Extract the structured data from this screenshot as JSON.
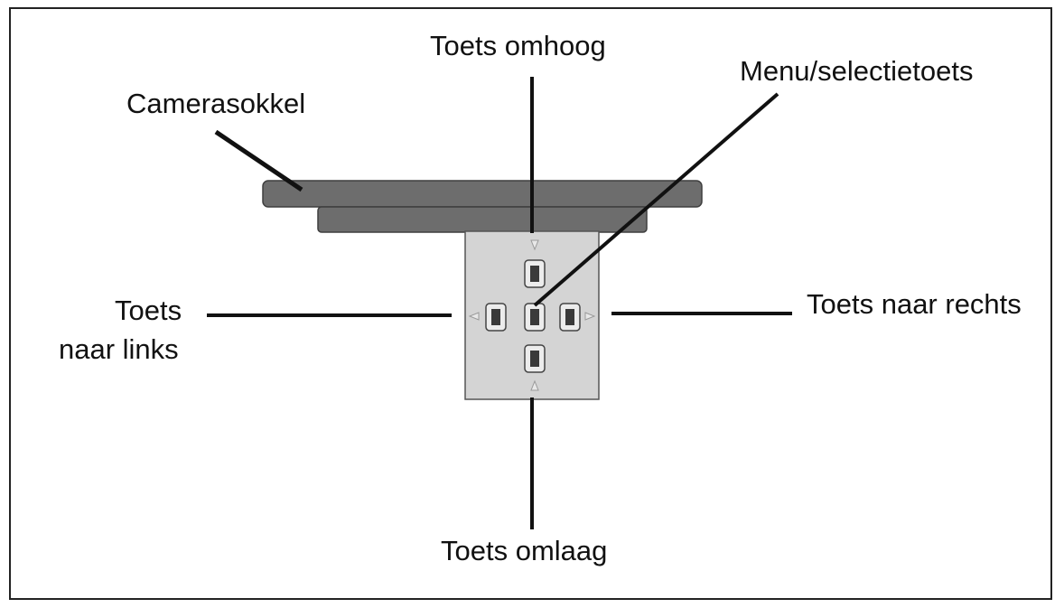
{
  "labels": {
    "up": "Toets omhoog",
    "menu": "Menu/selectietoets",
    "socket": "Camerasokkel",
    "left_line1": "Toets",
    "left_line2": "naar links",
    "right": "Toets naar rechts",
    "down": "Toets omlaag"
  },
  "colors": {
    "plate_fill": "#6d6d6d",
    "panel_fill": "#d4d4d4",
    "button_fill": "#ececec",
    "button_key": "#3a3a3a",
    "line": "#111111"
  }
}
